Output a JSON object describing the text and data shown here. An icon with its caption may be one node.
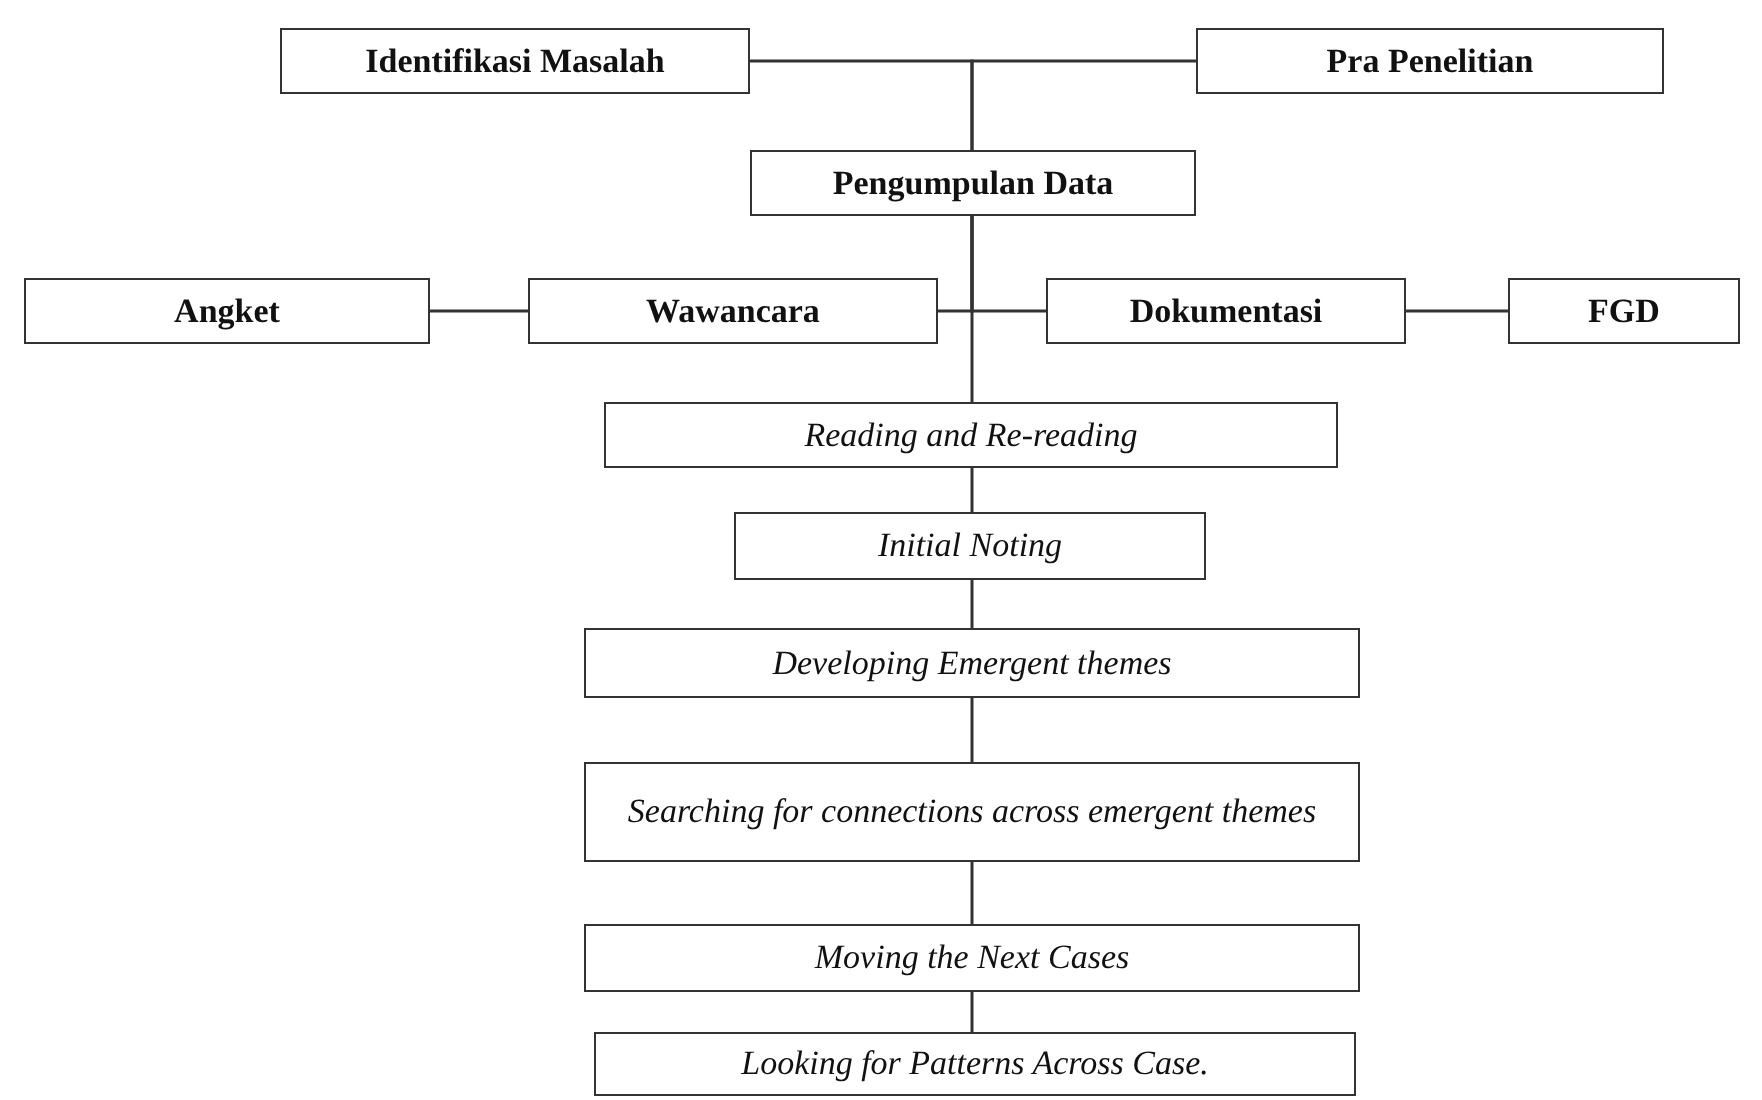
{
  "diagram": {
    "nodes": [
      {
        "text": [
          "Identifikasi Masalah"
        ]
      },
      {
        "text": [
          "Pra Penelitian"
        ]
      },
      {
        "text": [
          "Pengumpulan Data"
        ]
      },
      {
        "text": [
          "Angket"
        ]
      },
      {
        "text": [
          "Wawancara"
        ]
      },
      {
        "text": [
          "Dokumentasi"
        ]
      },
      {
        "text": [
          "FGD"
        ]
      },
      {
        "text": [
          "Reading and Re-reading"
        ]
      },
      {
        "text": [
          "Initial Noting"
        ]
      },
      {
        "text": [
          "Developing Emergent themes"
        ]
      },
      {
        "text": [
          "Searching for connections across emergent themes"
        ]
      },
      {
        "text": [
          "Moving the Next Cases"
        ]
      },
      {
        "text": [
          "Looking for Patterns Across Case."
        ]
      }
    ],
    "edges": [
      {
        "from": 0,
        "to": 2,
        "arrow": "none"
      },
      {
        "from": 1,
        "to": 2,
        "arrow": "none"
      },
      {
        "from": 3,
        "to": 4,
        "arrow": "none"
      },
      {
        "from": 4,
        "to": 2,
        "arrow": "none"
      },
      {
        "from": 5,
        "to": 2,
        "arrow": "none"
      },
      {
        "from": 5,
        "to": 6,
        "arrow": "none"
      },
      {
        "from": 2,
        "to": 7,
        "arrow": "none"
      },
      {
        "from": 7,
        "to": 8,
        "arrow": "none"
      },
      {
        "from": 8,
        "to": 9,
        "arrow": "none"
      },
      {
        "from": 9,
        "to": 10,
        "arrow": "none"
      },
      {
        "from": 10,
        "to": 11,
        "arrow": "none"
      },
      {
        "from": 11,
        "to": 12,
        "arrow": "none"
      }
    ]
  }
}
